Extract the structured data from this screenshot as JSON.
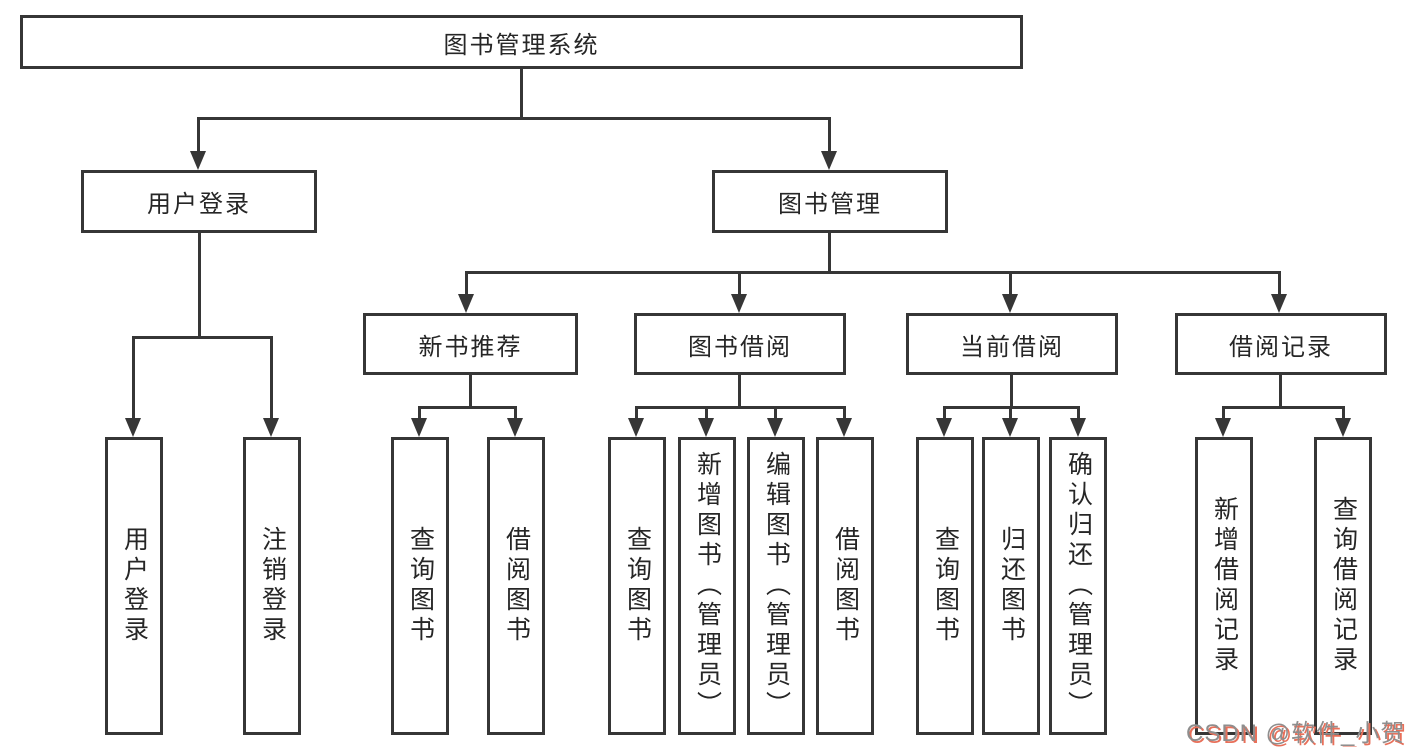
{
  "colors": {
    "background": "#ffffff",
    "line": "#363636",
    "text": "#262626",
    "box_bg": "#ffffff",
    "watermark_gray": "#8e8e8e",
    "watermark_red": "#e8705a"
  },
  "diagram": {
    "root": {
      "label": "图书管理系统"
    },
    "user_branch": {
      "label": "用户登录",
      "children": [
        {
          "label": "用户登录"
        },
        {
          "label": "注销登录"
        }
      ]
    },
    "mgmt_branch": {
      "label": "图书管理",
      "groups": [
        {
          "label": "新书推荐",
          "children": [
            {
              "label": "查询图书"
            },
            {
              "label": "借阅图书"
            }
          ]
        },
        {
          "label": "图书借阅",
          "children": [
            {
              "label": "查询图书"
            },
            {
              "label": "新增图书（管理员）"
            },
            {
              "label": "编辑图书（管理员）"
            },
            {
              "label": "借阅图书"
            }
          ]
        },
        {
          "label": "当前借阅",
          "children": [
            {
              "label": "查询图书"
            },
            {
              "label": "归还图书"
            },
            {
              "label": "确认归还（管理员）"
            }
          ]
        },
        {
          "label": "借阅记录",
          "children": [
            {
              "label": "新增借阅记录"
            },
            {
              "label": "查询借阅记录"
            }
          ]
        }
      ]
    }
  },
  "watermark": "CSDN @软件_小贺同学"
}
